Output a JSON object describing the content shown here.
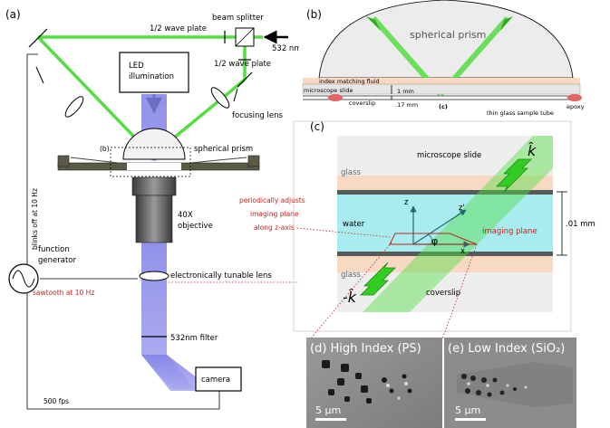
{
  "panels": {
    "a": {
      "label": "(a)",
      "beam_splitter": "beam splitter",
      "half_wave_top": "1/2 wave plate",
      "half_wave_bottom": "1/2 wave plate",
      "laser": "532 nm",
      "led_line1": "LED",
      "led_line2": "illumination",
      "focusing_lens": "focusing lens",
      "zoom_marker": "(b)",
      "spherical_prism": "spherical prism",
      "objective_line1": "40X",
      "objective_line2": "objective",
      "blinks": "blinks off at 10 Hz",
      "function_gen_line1": "function",
      "function_gen_line2": "generator",
      "tunable_lens": "electronically tunable lens",
      "sawtooth": "sawtooth at 10 Hz",
      "filter": "532nm filter",
      "camera": "camera",
      "fps": "500 fps"
    },
    "b": {
      "label": "(b)",
      "spherical_prism": "spherical prism",
      "index_fluid": "index matching fluid",
      "microscope_slide": "microscope slide",
      "coverslip": "coverslip",
      "thickness_1": "1 mm",
      "thickness_2": ".17 mm",
      "c_marker": "(c)",
      "sample_tube": "thin glass sample tube",
      "epoxy": "epoxy"
    },
    "c": {
      "label": "(c)",
      "microscope_slide": "microscope slide",
      "glass_top": "glass",
      "glass_bottom": "glass",
      "water": "water",
      "coverslip": "coverslip",
      "k_plus": "k̂",
      "k_minus": "-k̂",
      "axis_z": "z",
      "axis_zprime": "z'",
      "axis_x": "x",
      "phi": "φ",
      "imaging_plane": "imaging plane",
      "adjust_line1": "periodically adjusts",
      "adjust_line2": "imaging plane",
      "adjust_line3": "along z-axis",
      "scale": ".01 mm"
    },
    "d": {
      "label": "(d) High Index (PS)",
      "scale": "5 μm"
    },
    "e": {
      "label": "(e) Low Index (SiO₂)",
      "scale": "5 μm"
    }
  },
  "colors": {
    "beam": "#55dd44",
    "led_light": "#8080ee",
    "water": "#a8ecf0",
    "glass": "#f7d9c4",
    "annotation_red": "#cc1f1f"
  }
}
